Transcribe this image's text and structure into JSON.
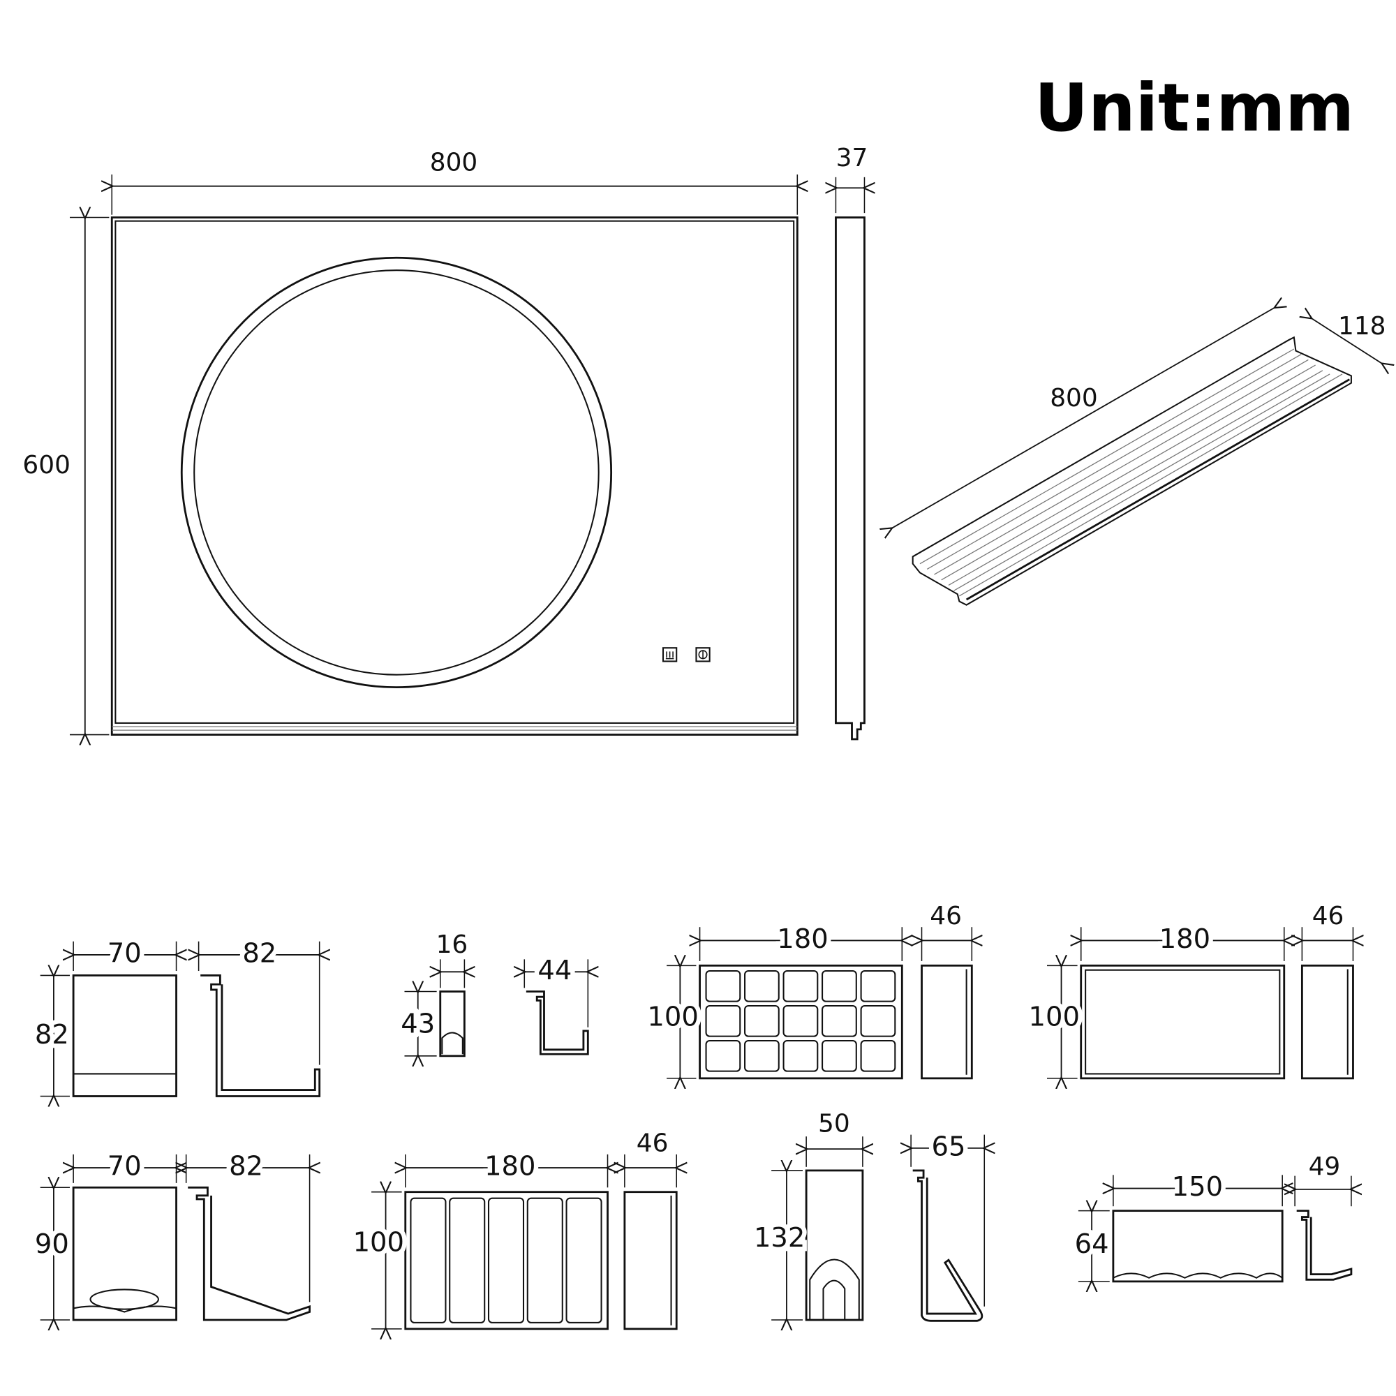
{
  "unit_label": "Unit:mm",
  "mirror": {
    "width": "800",
    "height": "600",
    "depth": "37",
    "icons": [
      "defog-icon",
      "power-icon"
    ]
  },
  "shelf": {
    "length": "800",
    "depth": "118"
  },
  "accessories": [
    {
      "name": "cup-holder",
      "width": "70",
      "height": "82",
      "depth": "82"
    },
    {
      "name": "hook",
      "width": "16",
      "height": "43",
      "depth": "44"
    },
    {
      "name": "grid-organizer",
      "width": "180",
      "height": "100",
      "depth": "46"
    },
    {
      "name": "tray",
      "width": "180",
      "height": "100",
      "depth": "46"
    },
    {
      "name": "soap-holder",
      "width": "70",
      "height": "90",
      "depth": "82"
    },
    {
      "name": "slot-organizer",
      "width": "180",
      "height": "100",
      "depth": "46"
    },
    {
      "name": "hair-dryer-holder",
      "width": "50",
      "height": "132",
      "depth": "65"
    },
    {
      "name": "toothbrush-holder",
      "width": "150",
      "height": "64",
      "depth": "49"
    }
  ]
}
